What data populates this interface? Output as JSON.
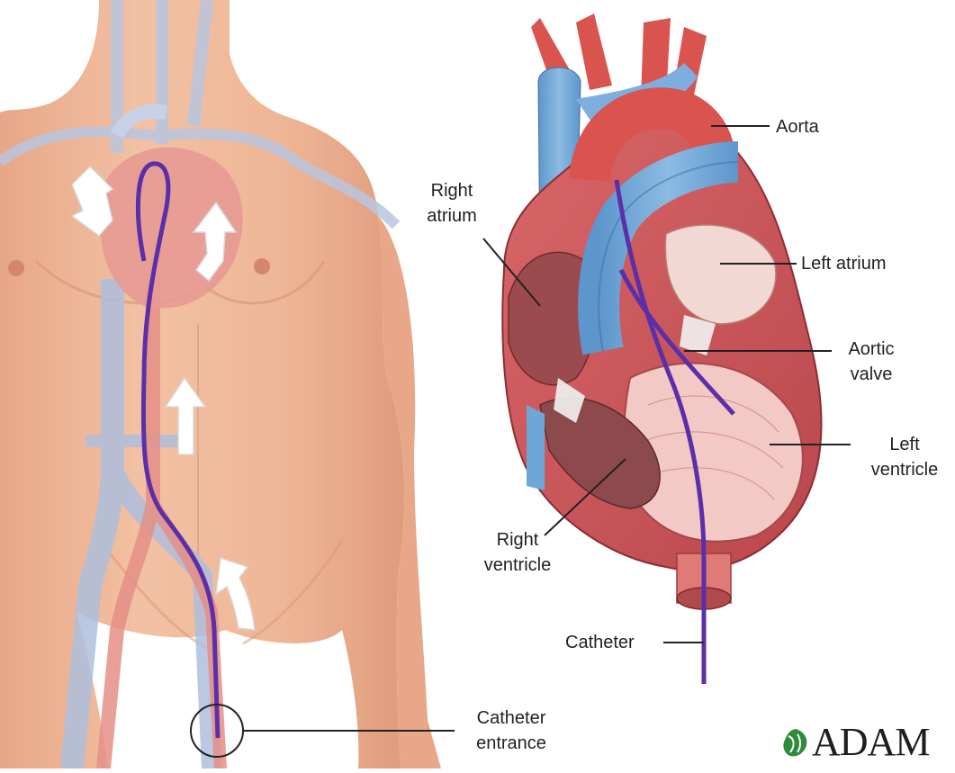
{
  "labels": {
    "aorta": "Aorta",
    "right_atrium_l1": "Right",
    "right_atrium_l2": "atrium",
    "left_atrium": "Left atrium",
    "aortic_valve_l1": "Aortic",
    "aortic_valve_l2": "valve",
    "left_ventricle_l1": "Left",
    "left_ventricle_l2": "ventricle",
    "right_ventricle_l1": "Right",
    "right_ventricle_l2": "ventricle",
    "catheter": "Catheter",
    "catheter_entrance_l1": "Catheter",
    "catheter_entrance_l2": "entrance"
  },
  "logo": {
    "text": "ADAM",
    "icon": "leaf-icon",
    "color": "#2e8b3c"
  },
  "colors": {
    "skin": "#f0b89a",
    "vein": "#a9bbd8",
    "artery": "#d9534f",
    "catheter": "#5b2fa8",
    "heart_muscle": "#c8585a",
    "vena_cava_blue": "#6fa6d6"
  }
}
